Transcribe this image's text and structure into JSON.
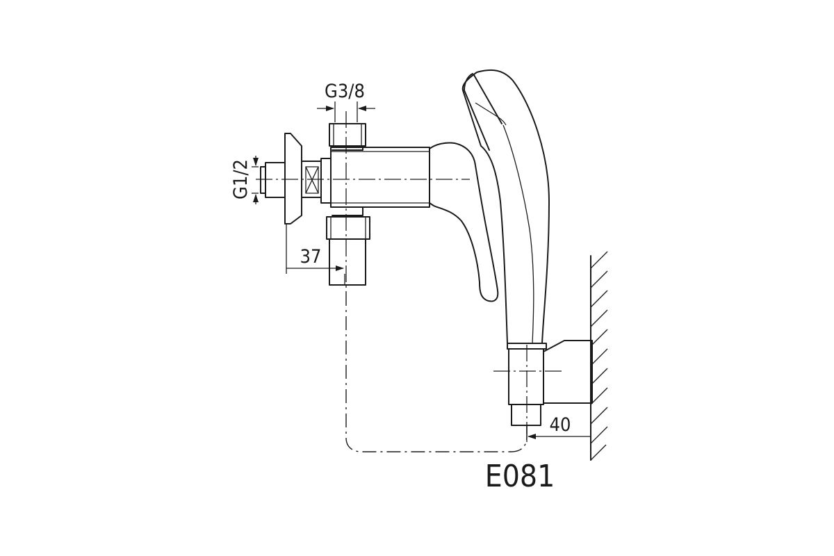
{
  "diagram": {
    "model_code": "E081",
    "dimensions": {
      "outlet_thread": "G3/8",
      "inlet_thread": "G1/2",
      "wall_to_outlet_axis": "37",
      "holder_projection": "40"
    }
  }
}
